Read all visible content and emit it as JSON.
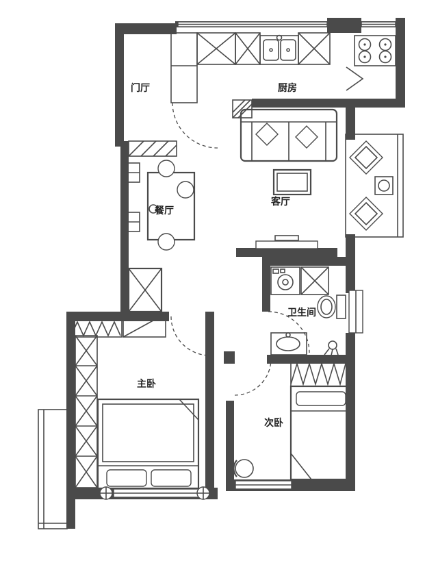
{
  "plan": {
    "type": "apartment-floor-plan",
    "background": "#ffffff",
    "wall_color": "#4a4a4a",
    "line_color": "#4a4a4a",
    "rooms": {
      "entry": {
        "label": "门厅"
      },
      "kitchen": {
        "label": "厨房"
      },
      "dining": {
        "label": "餐厅"
      },
      "living": {
        "label": "客厅"
      },
      "bathroom": {
        "label": "卫生间"
      },
      "master_bedroom": {
        "label": "主卧"
      },
      "second_bedroom": {
        "label": "次卧"
      }
    }
  }
}
